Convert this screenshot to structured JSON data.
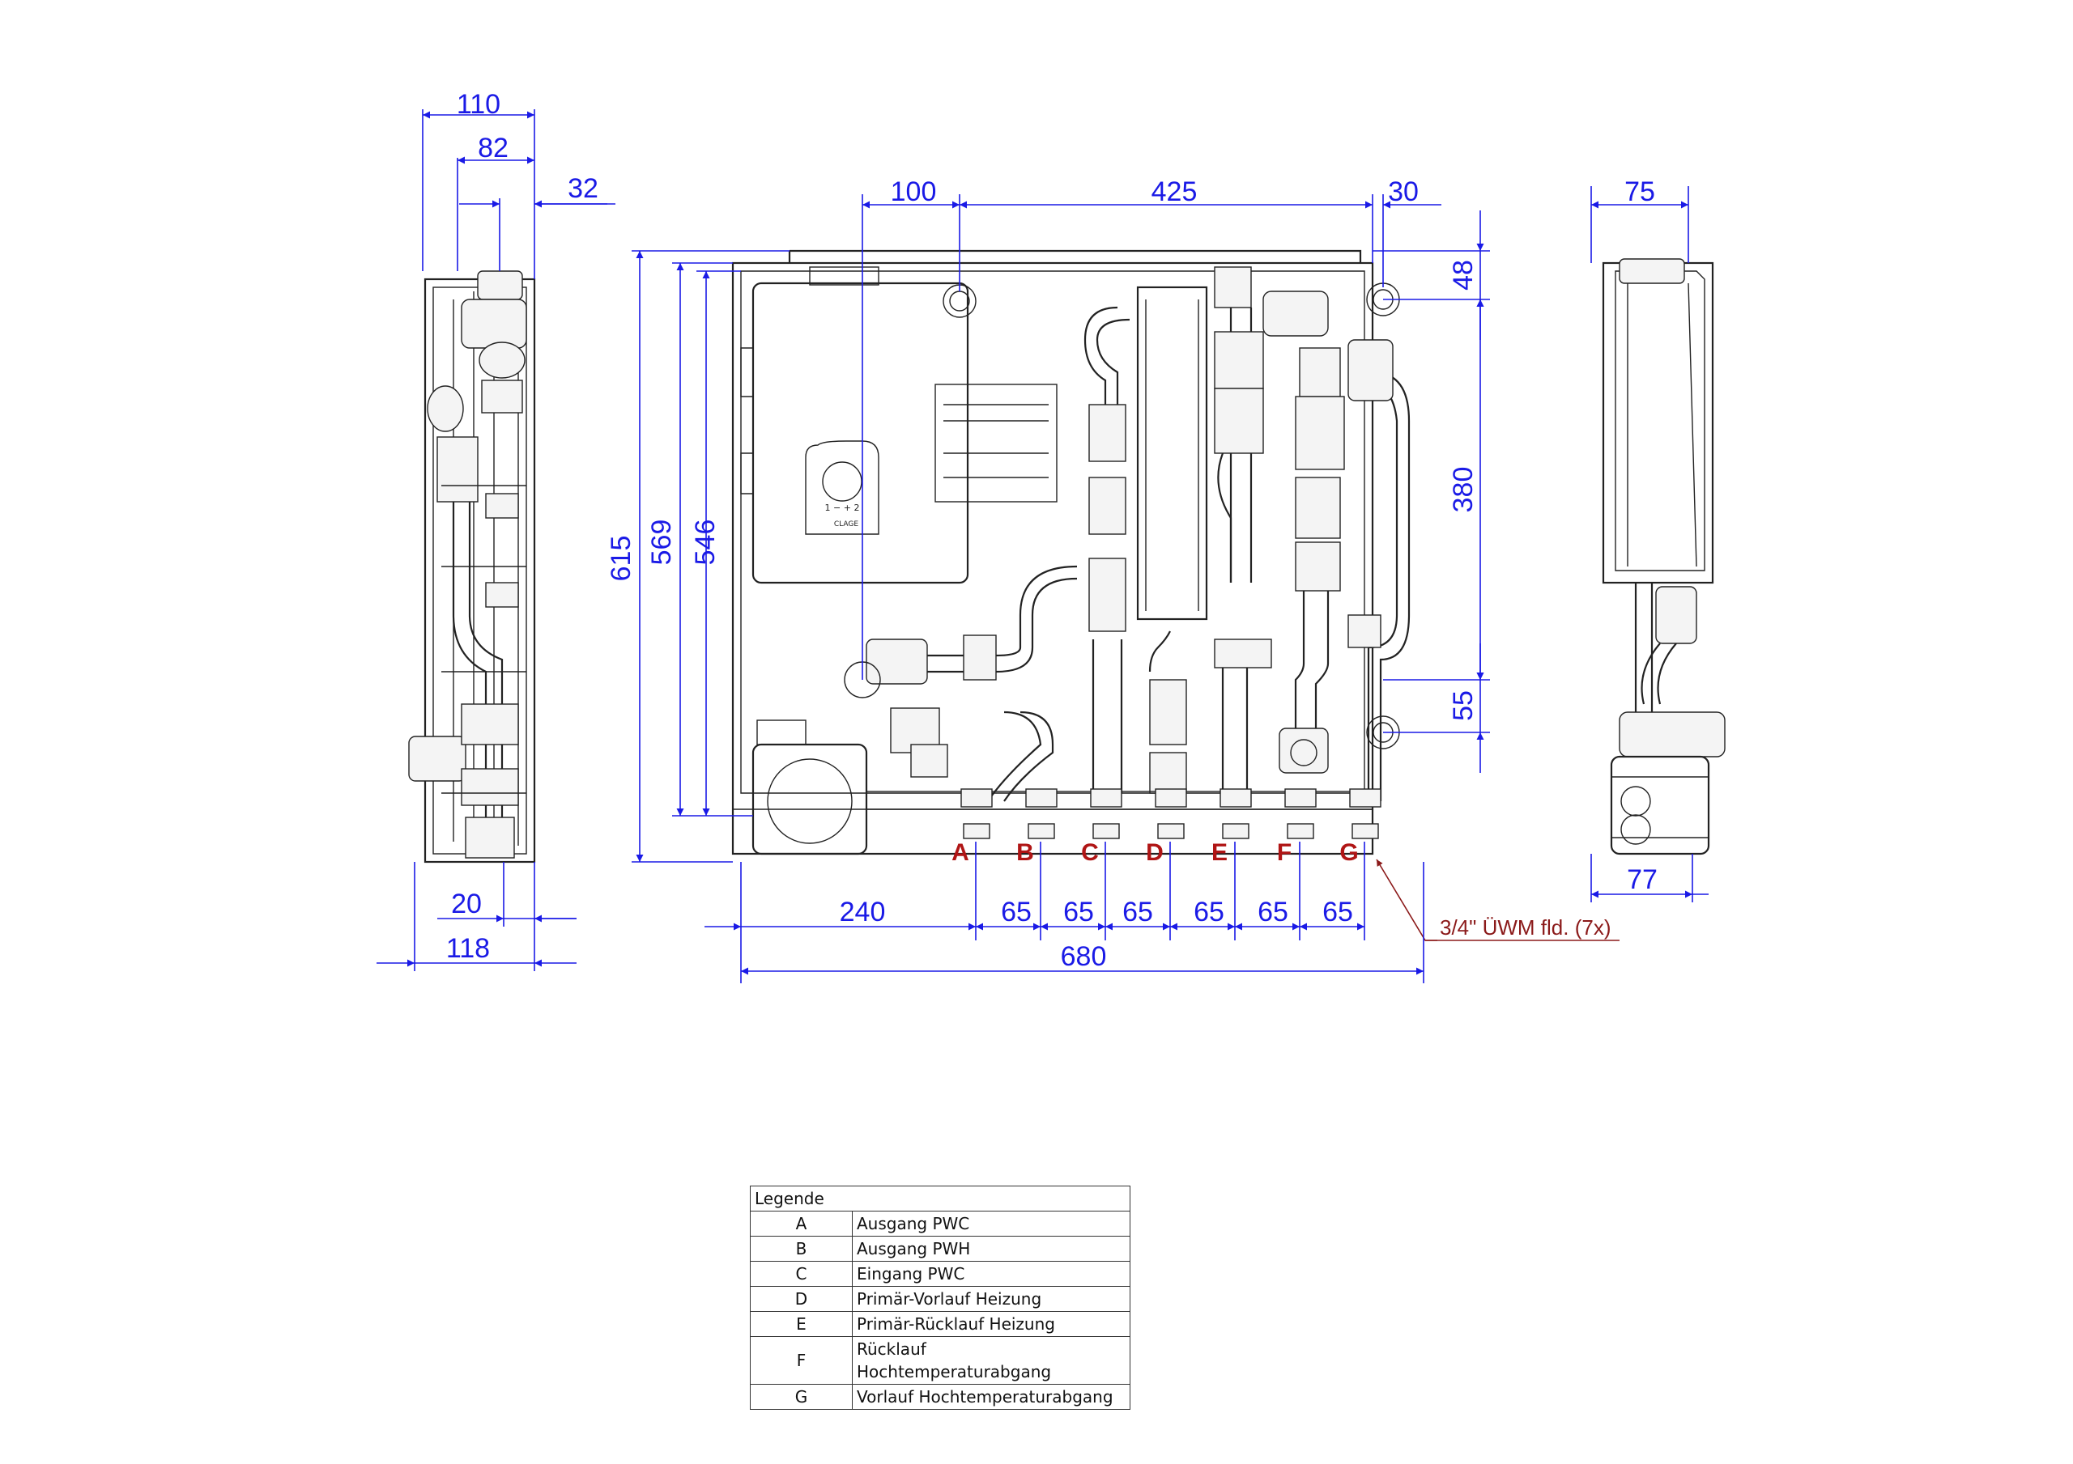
{
  "dimensions": {
    "side_left": {
      "w110": "110",
      "w82": "82",
      "w32": "32",
      "w20": "20",
      "w118": "118"
    },
    "front": {
      "top_100": "100",
      "top_425": "425",
      "top_30": "30",
      "h615": "615",
      "h569": "569",
      "h546": "546",
      "r48": "48",
      "r380": "380",
      "r55": "55",
      "b240": "240",
      "b65": [
        "65",
        "65",
        "65",
        "65",
        "65",
        "65"
      ],
      "b680": "680"
    },
    "side_right": {
      "w75": "75",
      "w77": "77"
    }
  },
  "ports": [
    "A",
    "B",
    "C",
    "D",
    "E",
    "F",
    "G"
  ],
  "port_note": "3/4\" ÜWM fld. (7x)",
  "heater": {
    "scale": "1 − + 2",
    "brand": "CLAGE"
  },
  "legend": {
    "title": "Legende",
    "rows": [
      {
        "key": "A",
        "label": "Ausgang PWC"
      },
      {
        "key": "B",
        "label": "Ausgang PWH"
      },
      {
        "key": "C",
        "label": "Eingang PWC"
      },
      {
        "key": "D",
        "label": "Primär-Vorlauf Heizung"
      },
      {
        "key": "E",
        "label": "Primär-Rücklauf Heizung"
      },
      {
        "key": "F",
        "label": "Rücklauf Hochtemperaturabgang"
      },
      {
        "key": "G",
        "label": "Vorlauf Hochtemperaturabgang"
      }
    ]
  },
  "colors": {
    "dimension": "#1a1ae6",
    "port_label": "#b01515",
    "note": "#8b1a1a",
    "linework": "#222222"
  }
}
